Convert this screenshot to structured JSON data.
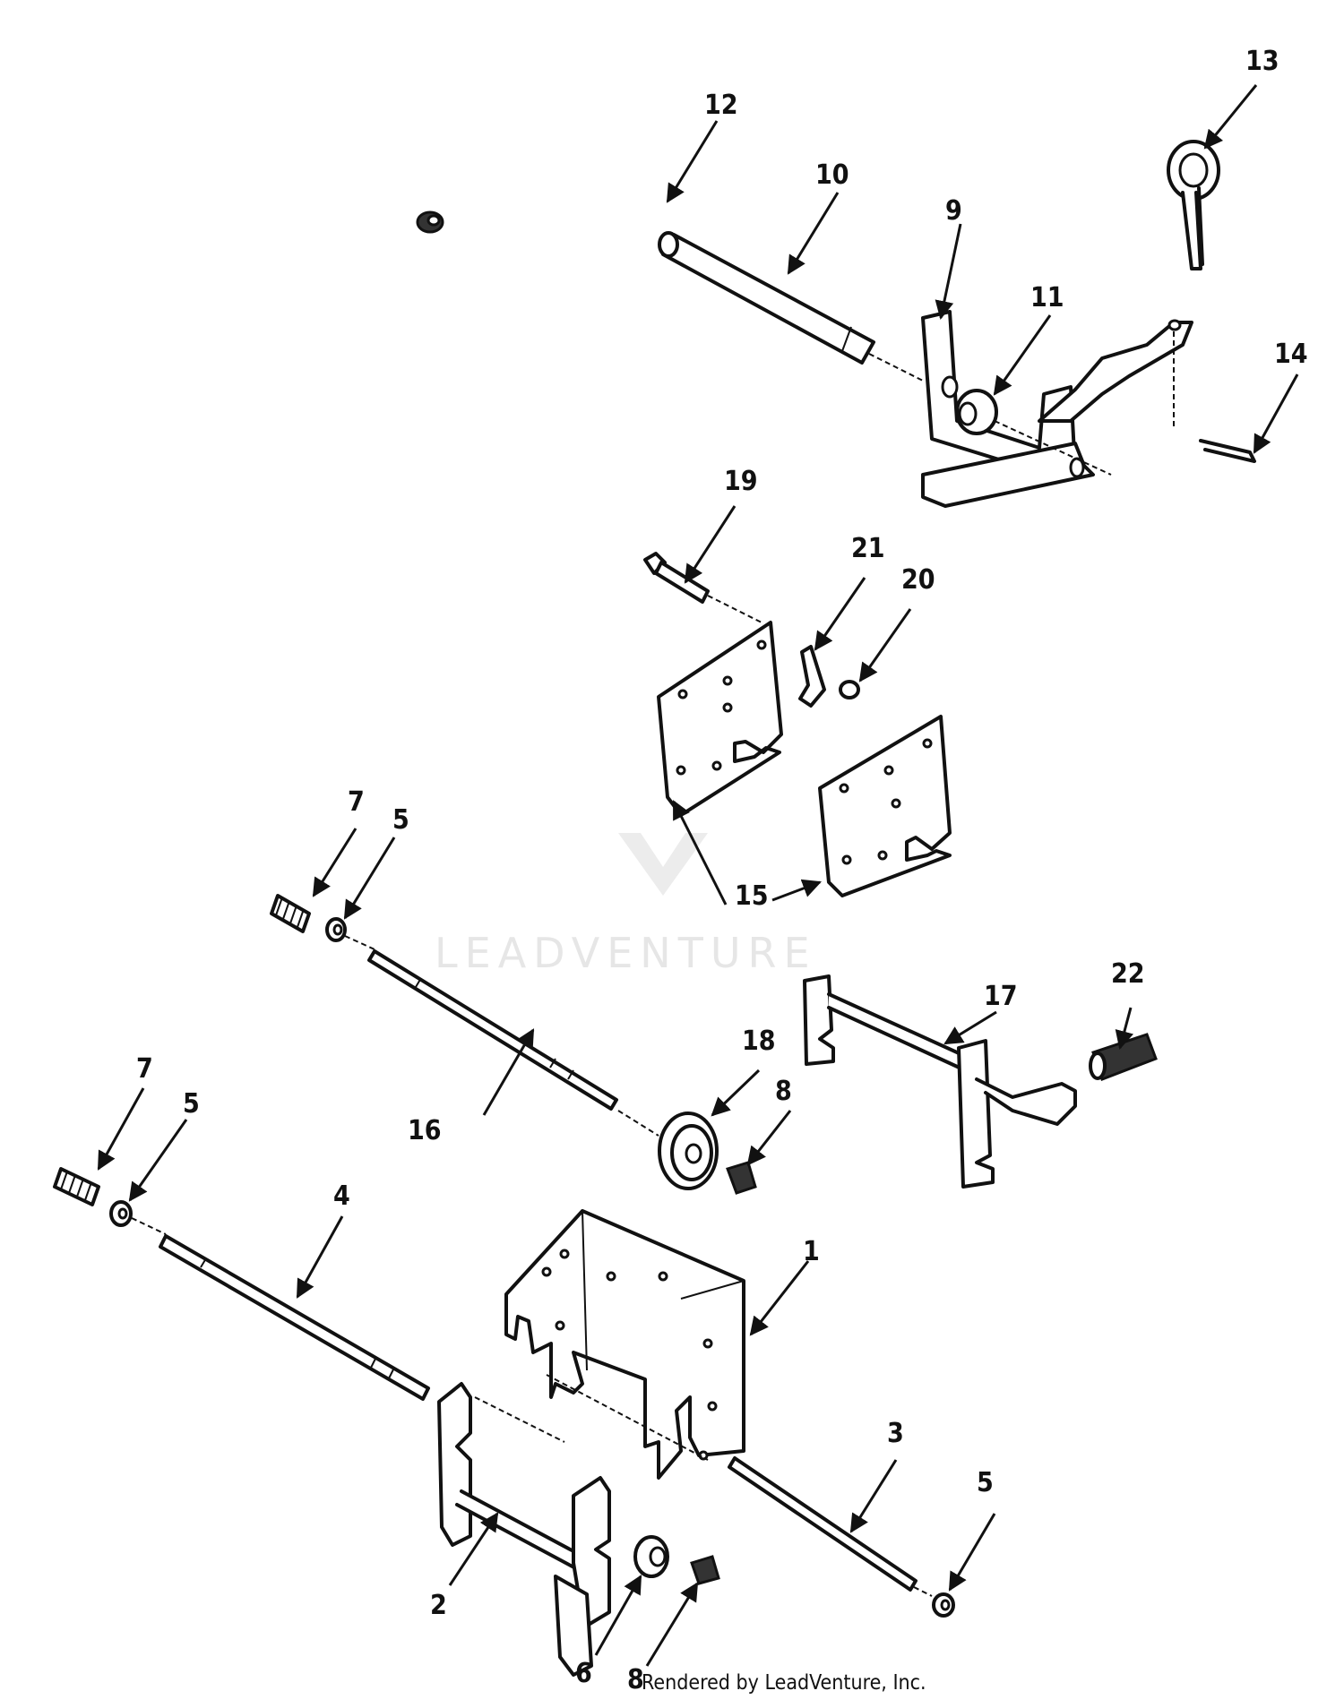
{
  "watermark": "LEADVENTURE",
  "credit": "Rendered by LeadVenture, Inc.",
  "callouts": [
    {
      "id": "1",
      "label": "1"
    },
    {
      "id": "2",
      "label": "2"
    },
    {
      "id": "3",
      "label": "3"
    },
    {
      "id": "4",
      "label": "4"
    },
    {
      "id": "5a",
      "label": "5"
    },
    {
      "id": "5b",
      "label": "5"
    },
    {
      "id": "5c",
      "label": "5"
    },
    {
      "id": "6",
      "label": "6"
    },
    {
      "id": "7a",
      "label": "7"
    },
    {
      "id": "7b",
      "label": "7"
    },
    {
      "id": "8a",
      "label": "8"
    },
    {
      "id": "8b",
      "label": "8"
    },
    {
      "id": "9",
      "label": "9"
    },
    {
      "id": "10",
      "label": "10"
    },
    {
      "id": "11",
      "label": "11"
    },
    {
      "id": "12",
      "label": "12"
    },
    {
      "id": "13",
      "label": "13"
    },
    {
      "id": "14",
      "label": "14"
    },
    {
      "id": "15",
      "label": "15"
    },
    {
      "id": "16",
      "label": "16"
    },
    {
      "id": "17",
      "label": "17"
    },
    {
      "id": "18",
      "label": "18"
    },
    {
      "id": "19",
      "label": "19"
    },
    {
      "id": "20",
      "label": "20"
    },
    {
      "id": "21",
      "label": "21"
    },
    {
      "id": "22",
      "label": "22"
    }
  ]
}
